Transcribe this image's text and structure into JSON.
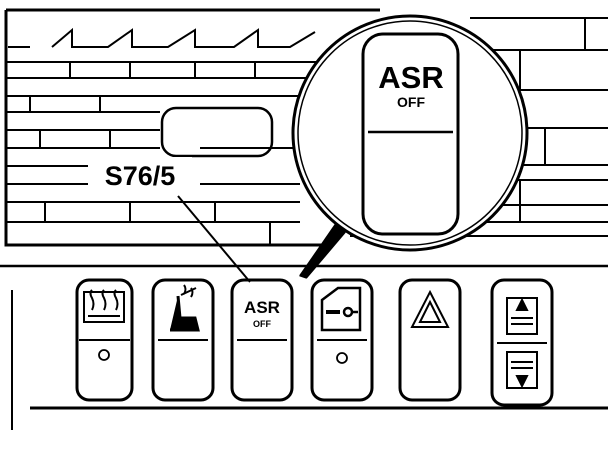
{
  "callout": {
    "label": "S76/5"
  },
  "magnified_switch": {
    "line1": "ASR",
    "line2": "OFF"
  },
  "switches": [
    {
      "id": "rear-defrost",
      "icon": "rear-defrost-icon",
      "indicator": "led"
    },
    {
      "id": "seat-heater",
      "icon": "seat-heater-icon",
      "indicator": "none"
    },
    {
      "id": "asr",
      "icon": "asr-text",
      "indicator": "none",
      "line1": "ASR",
      "line2": "OFF",
      "highlighted": true
    },
    {
      "id": "central-lock",
      "icon": "door-lock-icon",
      "indicator": "led"
    },
    {
      "id": "hazard",
      "icon": "hazard-triangle-icon",
      "indicator": "none"
    },
    {
      "id": "sunroof",
      "icon": "sunroof-rocker-icon",
      "indicator": "none"
    }
  ],
  "colors": {
    "ink": "#000000",
    "paper": "#ffffff"
  }
}
